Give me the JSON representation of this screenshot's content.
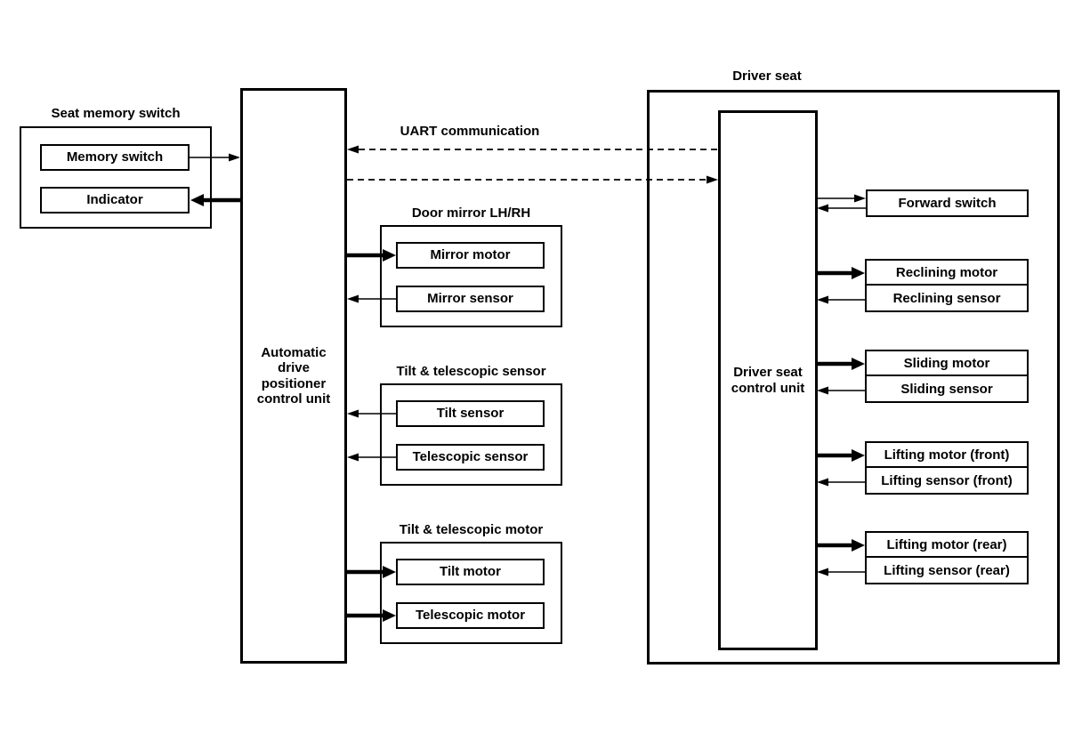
{
  "colors": {
    "background": "#ffffff",
    "line": "#000000",
    "text": "#000000"
  },
  "seat_memory": {
    "title": "Seat memory switch",
    "memory_switch": "Memory switch",
    "indicator": "Indicator"
  },
  "adp_unit": {
    "label": "Automatic\ndrive\npositioner\ncontrol unit"
  },
  "uart": {
    "label": "UART communication"
  },
  "door_mirror": {
    "title": "Door mirror LH/RH",
    "motor": "Mirror motor",
    "sensor": "Mirror sensor"
  },
  "tilt_telescopic_sensor": {
    "title": "Tilt & telescopic sensor",
    "tilt": "Tilt sensor",
    "telescopic": "Telescopic sensor"
  },
  "tilt_telescopic_motor": {
    "title": "Tilt & telescopic motor",
    "tilt": "Tilt motor",
    "telescopic": "Telescopic motor"
  },
  "driver_seat": {
    "title": "Driver seat",
    "control_unit": "Driver seat\ncontrol unit",
    "forward_switch": "Forward switch",
    "pairs": [
      {
        "motor": "Reclining motor",
        "sensor": "Reclining sensor"
      },
      {
        "motor": "Sliding motor",
        "sensor": "Sliding sensor"
      },
      {
        "motor": "Lifting motor (front)",
        "sensor": "Lifting sensor (front)"
      },
      {
        "motor": "Lifting motor (rear)",
        "sensor": "Lifting sensor (rear)"
      }
    ]
  }
}
